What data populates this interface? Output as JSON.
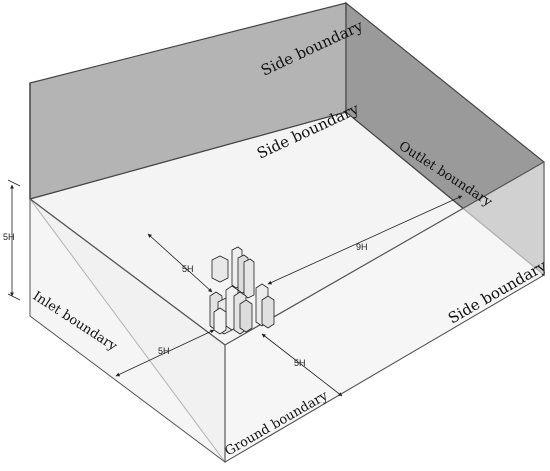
{
  "labels": {
    "side_boundary_top": "Side boundary",
    "side_boundary_back": "Side boundary",
    "side_boundary_right": "Side boundary",
    "outlet_boundary": "Outlet boundary",
    "inlet_boundary": "Inlet boundary",
    "ground_boundary": "Ground boundary"
  },
  "dimensions": {
    "height": "5H",
    "lateral": "5H",
    "downstream": "9H",
    "upstream": "5H",
    "front": "5H"
  }
}
